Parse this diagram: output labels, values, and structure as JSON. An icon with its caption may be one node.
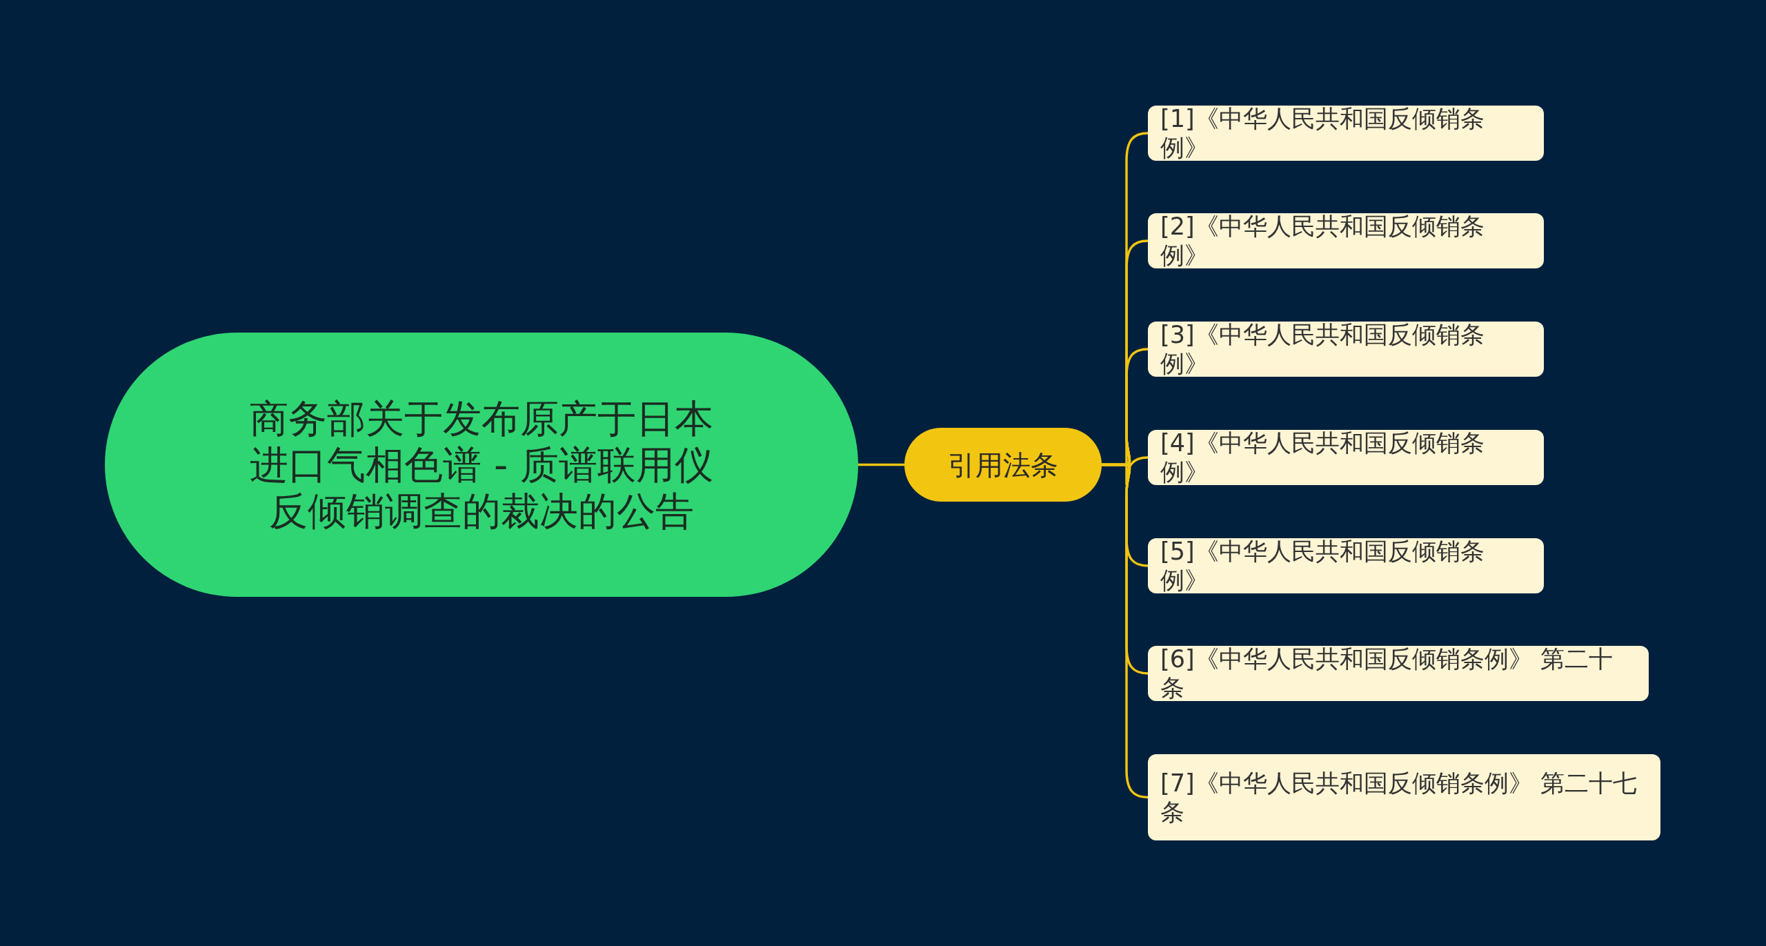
{
  "diagram": {
    "nodes": [
      {
        "text": [
          "商务部关于发布原产于日本进口气相色谱 - 质谱联用仪反倾销调查的裁决的公告"
        ]
      },
      {
        "text": [
          "引用法条"
        ]
      },
      {
        "text": [
          "[1]《中华人民共和国反倾销条例》"
        ]
      },
      {
        "text": [
          "[2]《中华人民共和国反倾销条例》"
        ]
      },
      {
        "text": [
          "[3]《中华人民共和国反倾销条例》"
        ]
      },
      {
        "text": [
          "[4]《中华人民共和国反倾销条例》"
        ]
      },
      {
        "text": [
          "[5]《中华人民共和国反倾销条例》"
        ]
      },
      {
        "text": [
          "[6]《中华人民共和国反倾销条例》 第二十条"
        ]
      },
      {
        "text": [
          "[7]《中华人民共和国反倾销条例》 第二十七条"
        ]
      }
    ],
    "edges": [
      {
        "from": 0,
        "to": 1,
        "arrow": "none"
      },
      {
        "from": 1,
        "to": 2,
        "arrow": "none"
      },
      {
        "from": 1,
        "to": 3,
        "arrow": "none"
      },
      {
        "from": 1,
        "to": 4,
        "arrow": "none"
      },
      {
        "from": 1,
        "to": 5,
        "arrow": "none"
      },
      {
        "from": 1,
        "to": 6,
        "arrow": "none"
      },
      {
        "from": 1,
        "to": 7,
        "arrow": "none"
      },
      {
        "from": 1,
        "to": 8,
        "arrow": "none"
      }
    ]
  }
}
